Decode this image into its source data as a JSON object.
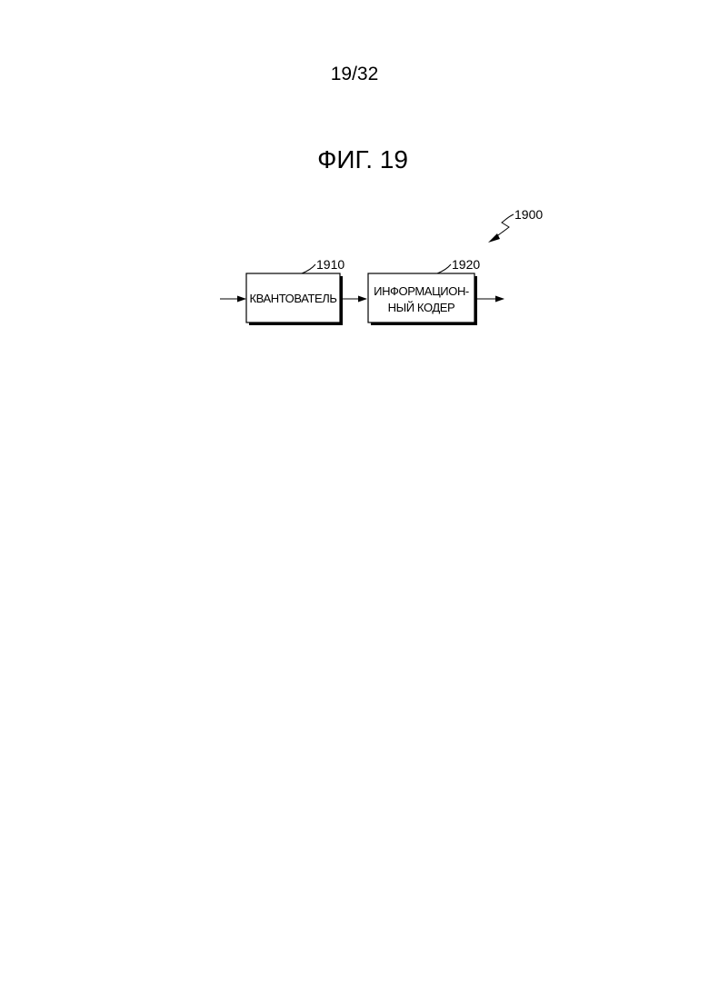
{
  "page": {
    "number": "19/32",
    "figure_title": "ФИГ. 19"
  },
  "diagram": {
    "system_ref": "1900",
    "blocks": [
      {
        "ref": "1910",
        "lines": [
          "КВАНТОВАТЕЛЬ"
        ]
      },
      {
        "ref": "1920",
        "lines": [
          "ИНФОРМАЦИОН-",
          "НЫЙ КОДЕР"
        ]
      }
    ]
  }
}
